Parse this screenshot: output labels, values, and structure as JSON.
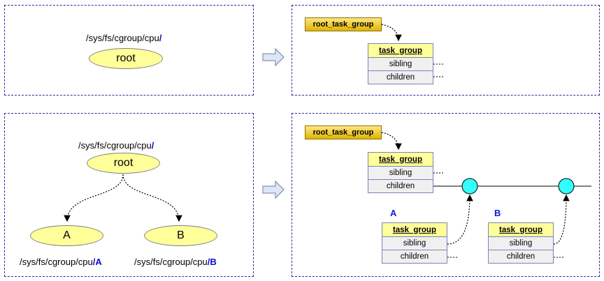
{
  "top_left": {
    "path_prefix": "/sys/fs/cgroup/cpu",
    "path_suffix": "/",
    "root_label": "root"
  },
  "top_right": {
    "root_task_group": "root_task_group",
    "task_group": {
      "title": "task_group",
      "fields": [
        "sibling",
        "children"
      ]
    }
  },
  "bottom_left": {
    "root_path_prefix": "/sys/fs/cgroup/cpu",
    "root_path_suffix": "/",
    "root_label": "root",
    "child_a": {
      "label": "A",
      "path_prefix": "/sys/fs/cgroup/cpu",
      "path_suffix": "/A"
    },
    "child_b": {
      "label": "B",
      "path_prefix": "/sys/fs/cgroup/cpu",
      "path_suffix": "/B"
    }
  },
  "bottom_right": {
    "root_task_group": "root_task_group",
    "root_tg": {
      "title": "task_group",
      "fields": [
        "sibling",
        "children"
      ]
    },
    "group_a": {
      "label": "A",
      "title": "task_group",
      "fields": [
        "sibling",
        "children"
      ]
    },
    "group_b": {
      "label": "B",
      "title": "task_group",
      "fields": [
        "sibling",
        "children"
      ]
    }
  },
  "colors": {
    "ellipse_fill": "#ffff99",
    "node_circle": "#33ffff",
    "label_blue": "#0b1bd6",
    "panel_border": "#2a2aa0"
  }
}
